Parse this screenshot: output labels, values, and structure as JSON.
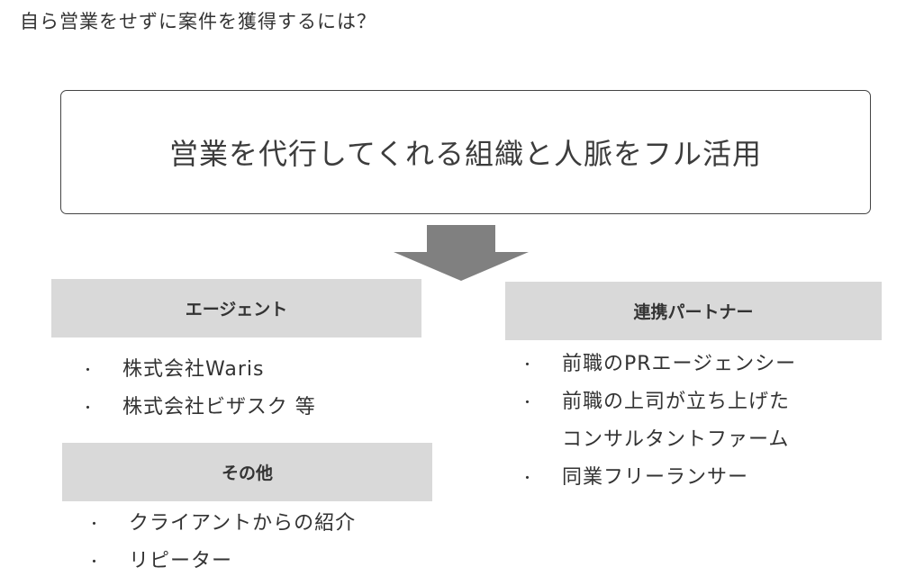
{
  "page": {
    "title": "自ら営業をせずに案件を獲得するには？"
  },
  "main_box": {
    "text": "営業を代行してくれる組織と人脈をフル活用"
  },
  "colors": {
    "header_bg": "#d9d9d9",
    "arrow": "#808080",
    "border": "#444444"
  },
  "agent": {
    "header": "エージェント",
    "items": [
      "株式会社Waris",
      "株式会社ビザスク 等"
    ]
  },
  "other": {
    "header": "その他",
    "items": [
      "クライアントからの紹介",
      "リピーター"
    ]
  },
  "partner": {
    "header": "連携パートナー",
    "items": [
      "前職のPRエージェンシー",
      "前職の上司が立ち上げた",
      "コンサルタントファーム",
      "同業フリーランサー"
    ],
    "bullets": [
      "・",
      "・",
      "",
      "・"
    ]
  },
  "bullet": "・"
}
